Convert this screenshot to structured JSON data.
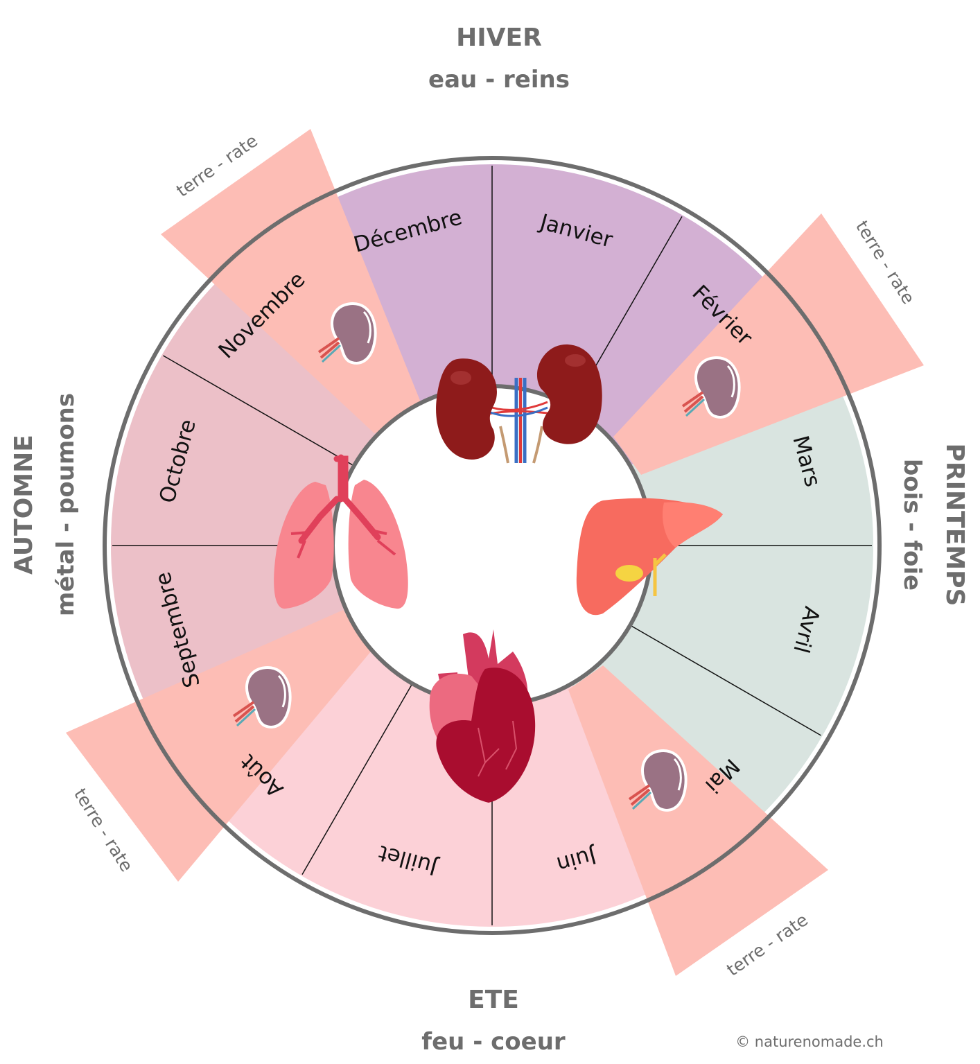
{
  "seasons": {
    "winter": {
      "title": "HIVER",
      "subtitle": "eau - reins"
    },
    "spring": {
      "title": "PRINTEMPS",
      "subtitle": "bois - foie"
    },
    "summer": {
      "title": "ETE",
      "subtitle": "feu - coeur"
    },
    "autumn": {
      "title": "AUTOMNE",
      "subtitle": "métal - poumons"
    }
  },
  "months": [
    {
      "name": "Janvier",
      "season": "winter"
    },
    {
      "name": "Février",
      "season": "winter"
    },
    {
      "name": "Mars",
      "season": "spring"
    },
    {
      "name": "Avril",
      "season": "spring"
    },
    {
      "name": "Mai",
      "season": "spring"
    },
    {
      "name": "Juin",
      "season": "summer"
    },
    {
      "name": "Juillet",
      "season": "summer"
    },
    {
      "name": "Août",
      "season": "summer"
    },
    {
      "name": "Septembre",
      "season": "autumn"
    },
    {
      "name": "Octobre",
      "season": "autumn"
    },
    {
      "name": "Novembre",
      "season": "autumn"
    },
    {
      "name": "Décembre",
      "season": "winter"
    }
  ],
  "earth_label": "terre - rate",
  "copyright": "© naturenomade.ch",
  "colors": {
    "winter": "#d3b0d3",
    "spring": "#d9e4e0",
    "summer": "#fcd1d7",
    "autumn": "#ecc0c8",
    "earth": "#fdbdb5",
    "ring": "#6d6d6d"
  },
  "icons": [
    "kidneys-icon",
    "liver-icon",
    "heart-icon",
    "lungs-icon",
    "spleen-icon"
  ]
}
